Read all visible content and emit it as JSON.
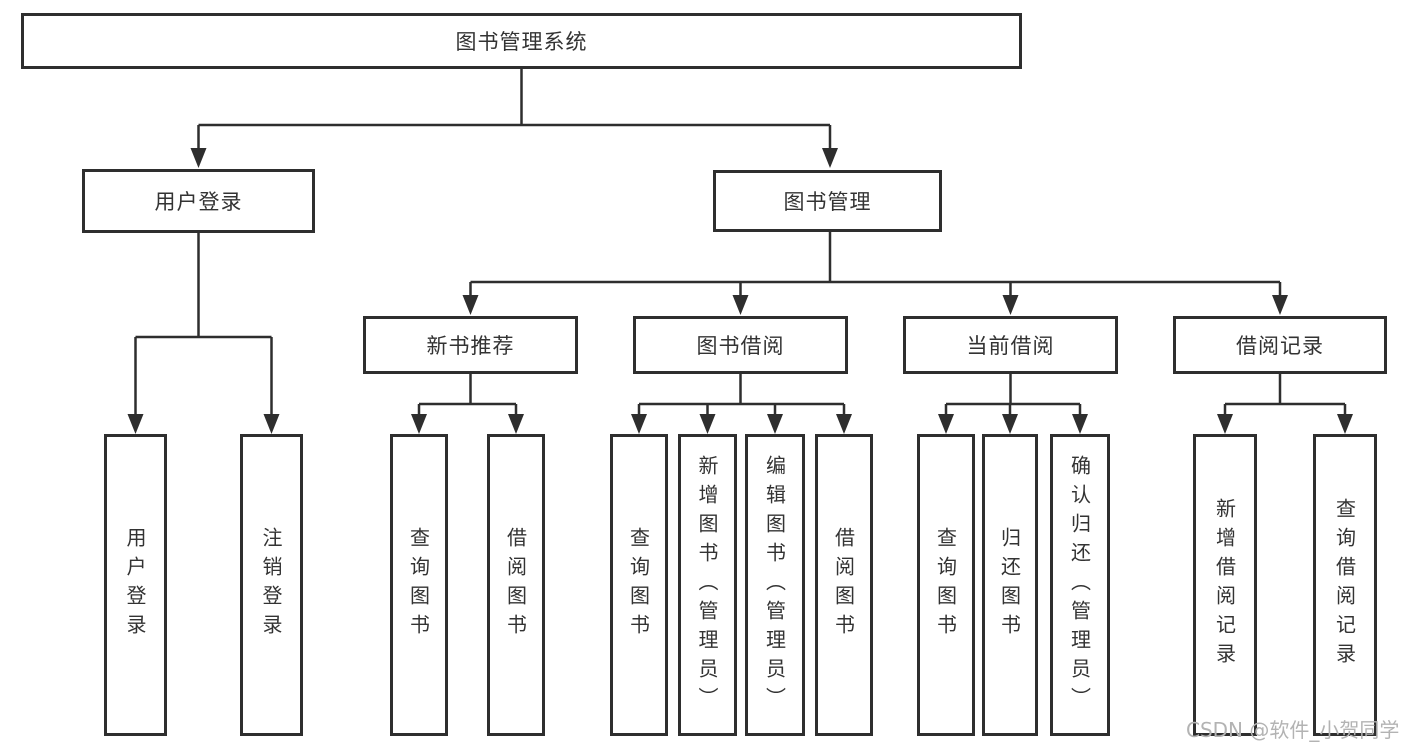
{
  "nodes": {
    "root": "图书管理系统",
    "user_login": "用户登录",
    "book_mgmt": "图书管理",
    "new_book_rec": "新书推荐",
    "book_borrow": "图书借阅",
    "current_borrow": "当前借阅",
    "borrow_records": "借阅记录",
    "leaf_user_login": "用户登录",
    "leaf_logout": "注销登录",
    "leaf_rec_query": "查询图书",
    "leaf_rec_borrow": "借阅图书",
    "leaf_bb_query": "查询图书",
    "leaf_bb_add": "新增图书（管理员）",
    "leaf_bb_edit": "编辑图书（管理员）",
    "leaf_bb_borrow": "借阅图书",
    "leaf_cb_query": "查询图书",
    "leaf_cb_return": "归还图书",
    "leaf_cb_confirm": "确认归还（管理员）",
    "leaf_br_add": "新增借阅记录",
    "leaf_br_query": "查询借阅记录"
  },
  "structure": {
    "root": "图书管理系统",
    "children": [
      {
        "label": "用户登录",
        "children": [
          "用户登录",
          "注销登录"
        ]
      },
      {
        "label": "图书管理",
        "children": [
          {
            "label": "新书推荐",
            "children": [
              "查询图书",
              "借阅图书"
            ]
          },
          {
            "label": "图书借阅",
            "children": [
              "查询图书",
              "新增图书（管理员）",
              "编辑图书（管理员）",
              "借阅图书"
            ]
          },
          {
            "label": "当前借阅",
            "children": [
              "查询图书",
              "归还图书",
              "确认归还（管理员）"
            ]
          },
          {
            "label": "借阅记录",
            "children": [
              "新增借阅记录",
              "查询借阅记录"
            ]
          }
        ]
      }
    ]
  },
  "watermark": "CSDN @软件_小贺同学",
  "colors": {
    "line": "#2e2e2e",
    "text": "#333333",
    "background": "#ffffff",
    "watermark": "#b3b3b3"
  }
}
